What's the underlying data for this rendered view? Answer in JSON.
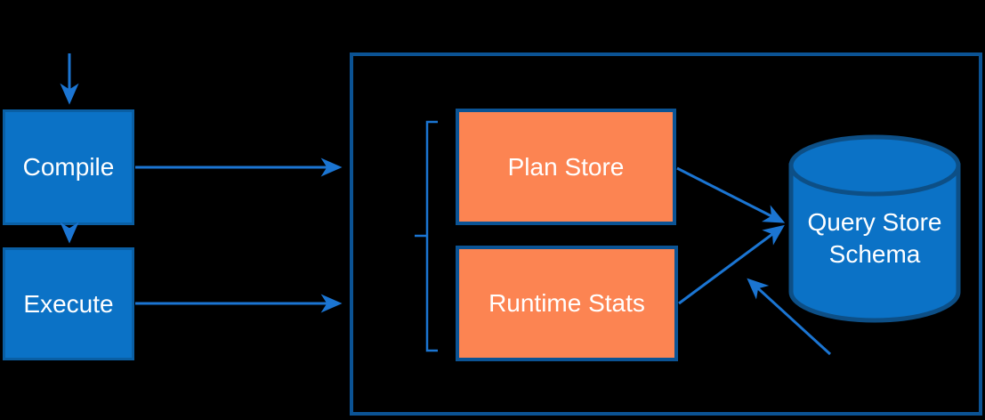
{
  "diagram": {
    "title_hint": "Query Store data flow",
    "background_color": "#000000",
    "colors": {
      "arrow": "#1b75d2",
      "blue_box_fill": "#0b72c6",
      "blue_box_border": "#0a5fa4",
      "container_border": "#0b5394",
      "orange_box_fill": "#fc8452",
      "orange_box_border": "#0b5394",
      "cylinder_fill": "#0b72c6",
      "cylinder_border": "#0d4f86",
      "label_text": "#ffffff"
    },
    "nodes": {
      "compile": {
        "label": "Compile"
      },
      "execute": {
        "label": "Execute"
      },
      "plan_store": {
        "label": "Plan Store"
      },
      "runtime_stats": {
        "label": "Runtime Stats"
      },
      "query_store_schema": {
        "label": "Query Store Schema"
      },
      "query_store_container": {
        "label": ""
      }
    },
    "edges": [
      {
        "from": "incoming-query",
        "to": "compile",
        "type": "arrow"
      },
      {
        "from": "compile",
        "to": "execute",
        "type": "arrow"
      },
      {
        "from": "compile",
        "to": "query-store-container",
        "type": "arrow"
      },
      {
        "from": "execute",
        "to": "query-store-container",
        "type": "arrow"
      },
      {
        "from": "plan-store",
        "to": "query-store-schema",
        "type": "arrow"
      },
      {
        "from": "runtime-stats",
        "to": "query-store-schema",
        "type": "arrow"
      },
      {
        "from": "offscreen-lower-right",
        "to": "query-store-schema",
        "type": "arrow"
      },
      {
        "from": "bracket",
        "to": "plan-store-and-runtime-stats",
        "type": "brace"
      }
    ]
  }
}
